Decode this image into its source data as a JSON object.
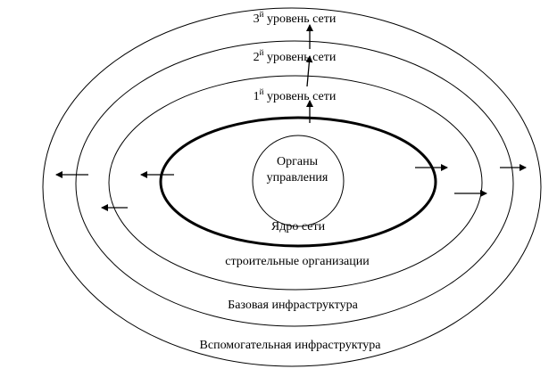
{
  "levels": {
    "level3": {
      "num": "3",
      "sup": "й",
      "text": " уровень сети"
    },
    "level2": {
      "num": "2",
      "sup": "й",
      "text": " уровень сети"
    },
    "level1": {
      "num": "1",
      "sup": "й",
      "text": " уровень сети"
    }
  },
  "center": {
    "line1": "Органы",
    "line2": "управления"
  },
  "core_label": "Ядро сети",
  "rings": {
    "construction": "строительные организации",
    "base": "Базовая инфраструктура",
    "auxiliary": "Вспомогательная инфраструктура"
  }
}
